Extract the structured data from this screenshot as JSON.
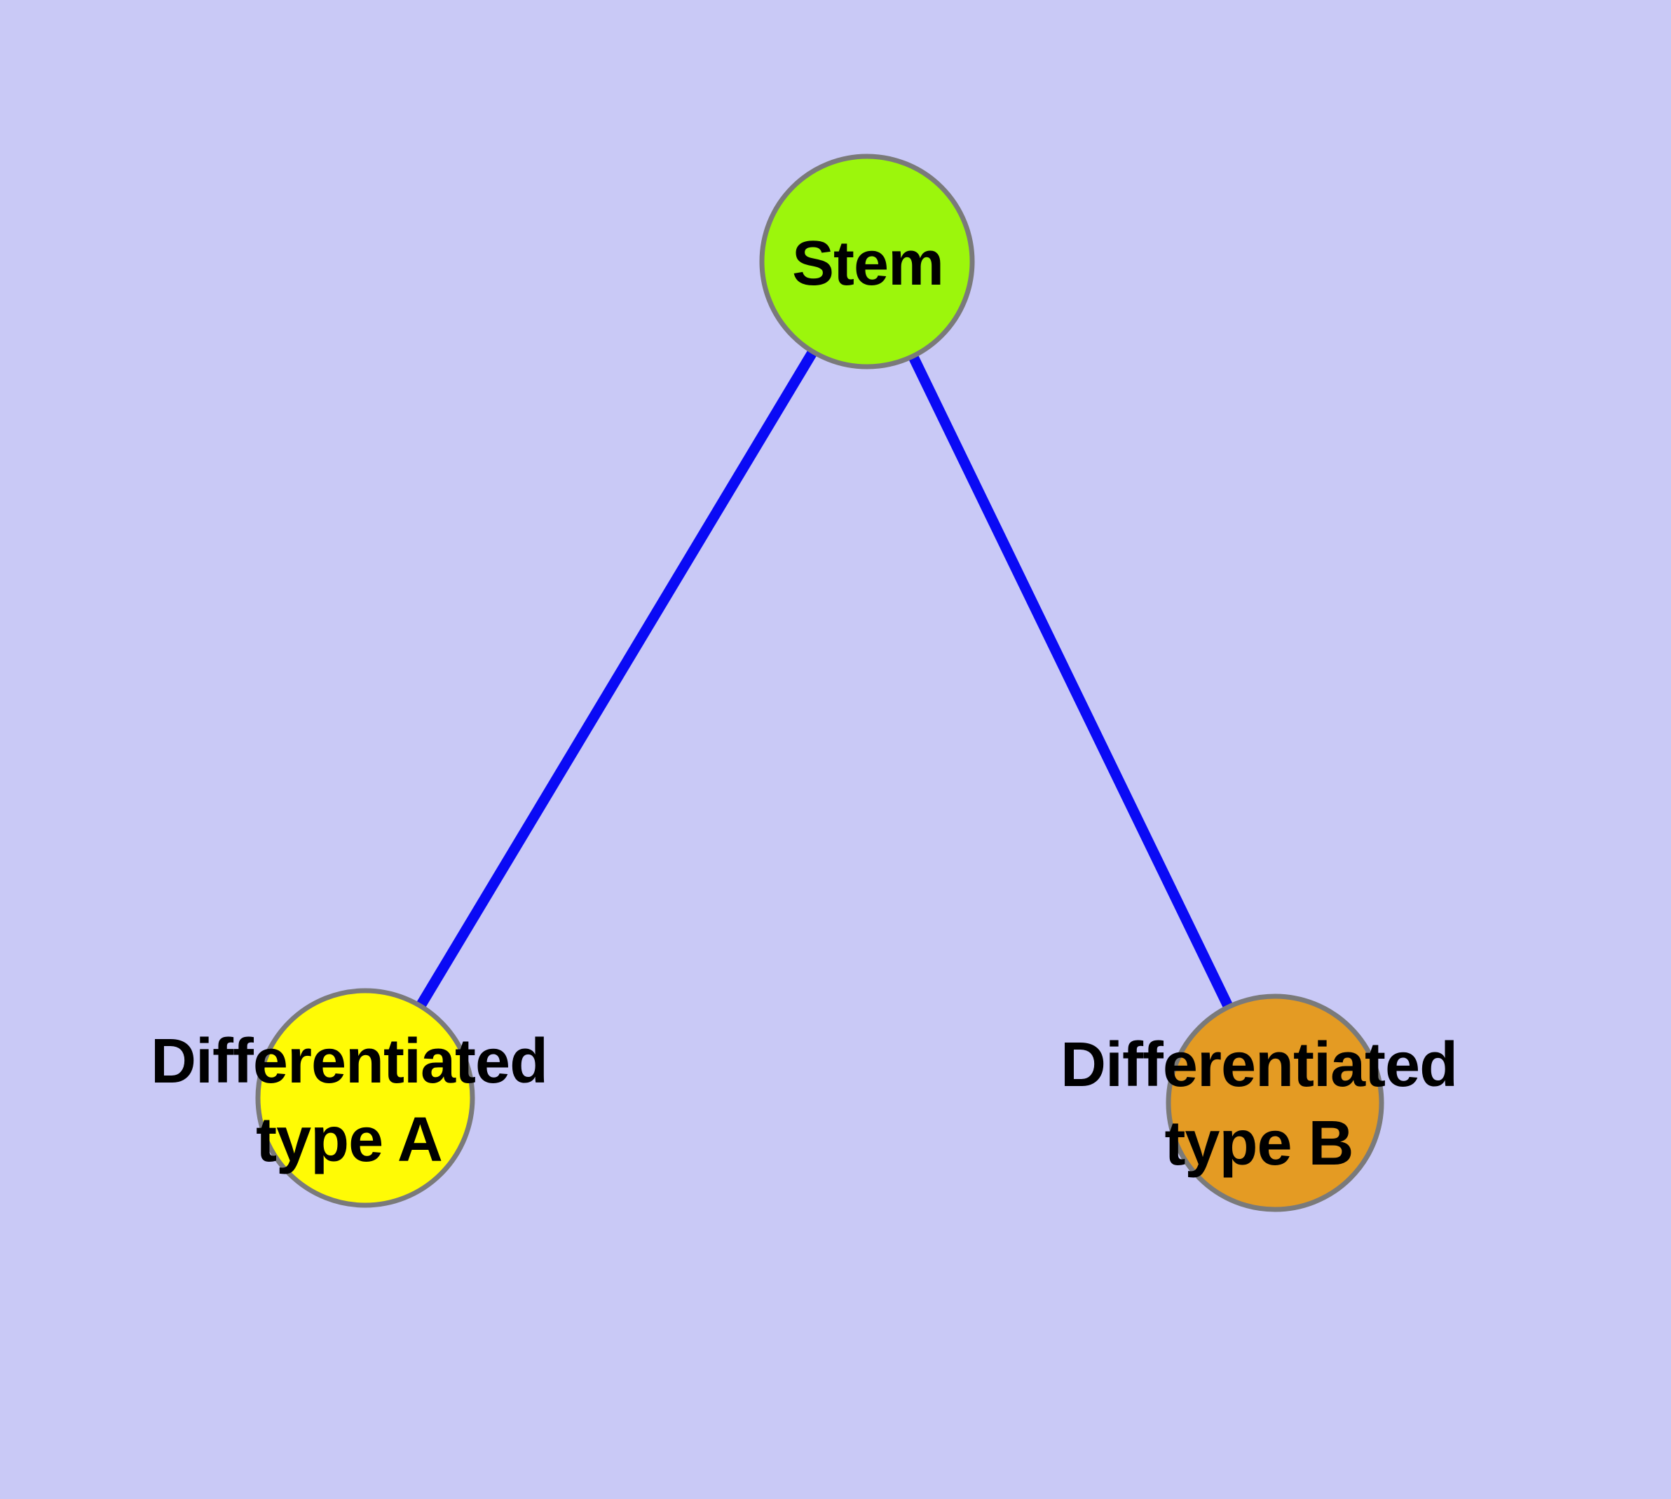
{
  "diagram": {
    "type": "graph",
    "background": "#C9C9F6",
    "label_color": "#000000",
    "nodes": [
      {
        "id": "stem",
        "label": "Stem",
        "fill": "#9CF60C",
        "border": "#7A7A7A"
      },
      {
        "id": "differentiated-type-a",
        "label": "Differentiated\ntype A",
        "fill": "#FFFB05",
        "border": "#7A7A7A"
      },
      {
        "id": "differentiated-type-b",
        "label": "Differentiated\ntype B",
        "fill": "#E49B23",
        "border": "#7A7A7A"
      }
    ],
    "edges": [
      {
        "from": "stem",
        "to": "differentiated-type-a",
        "color": "#0A0AF5"
      },
      {
        "from": "stem",
        "to": "differentiated-type-b",
        "color": "#0A0AF5"
      }
    ]
  }
}
